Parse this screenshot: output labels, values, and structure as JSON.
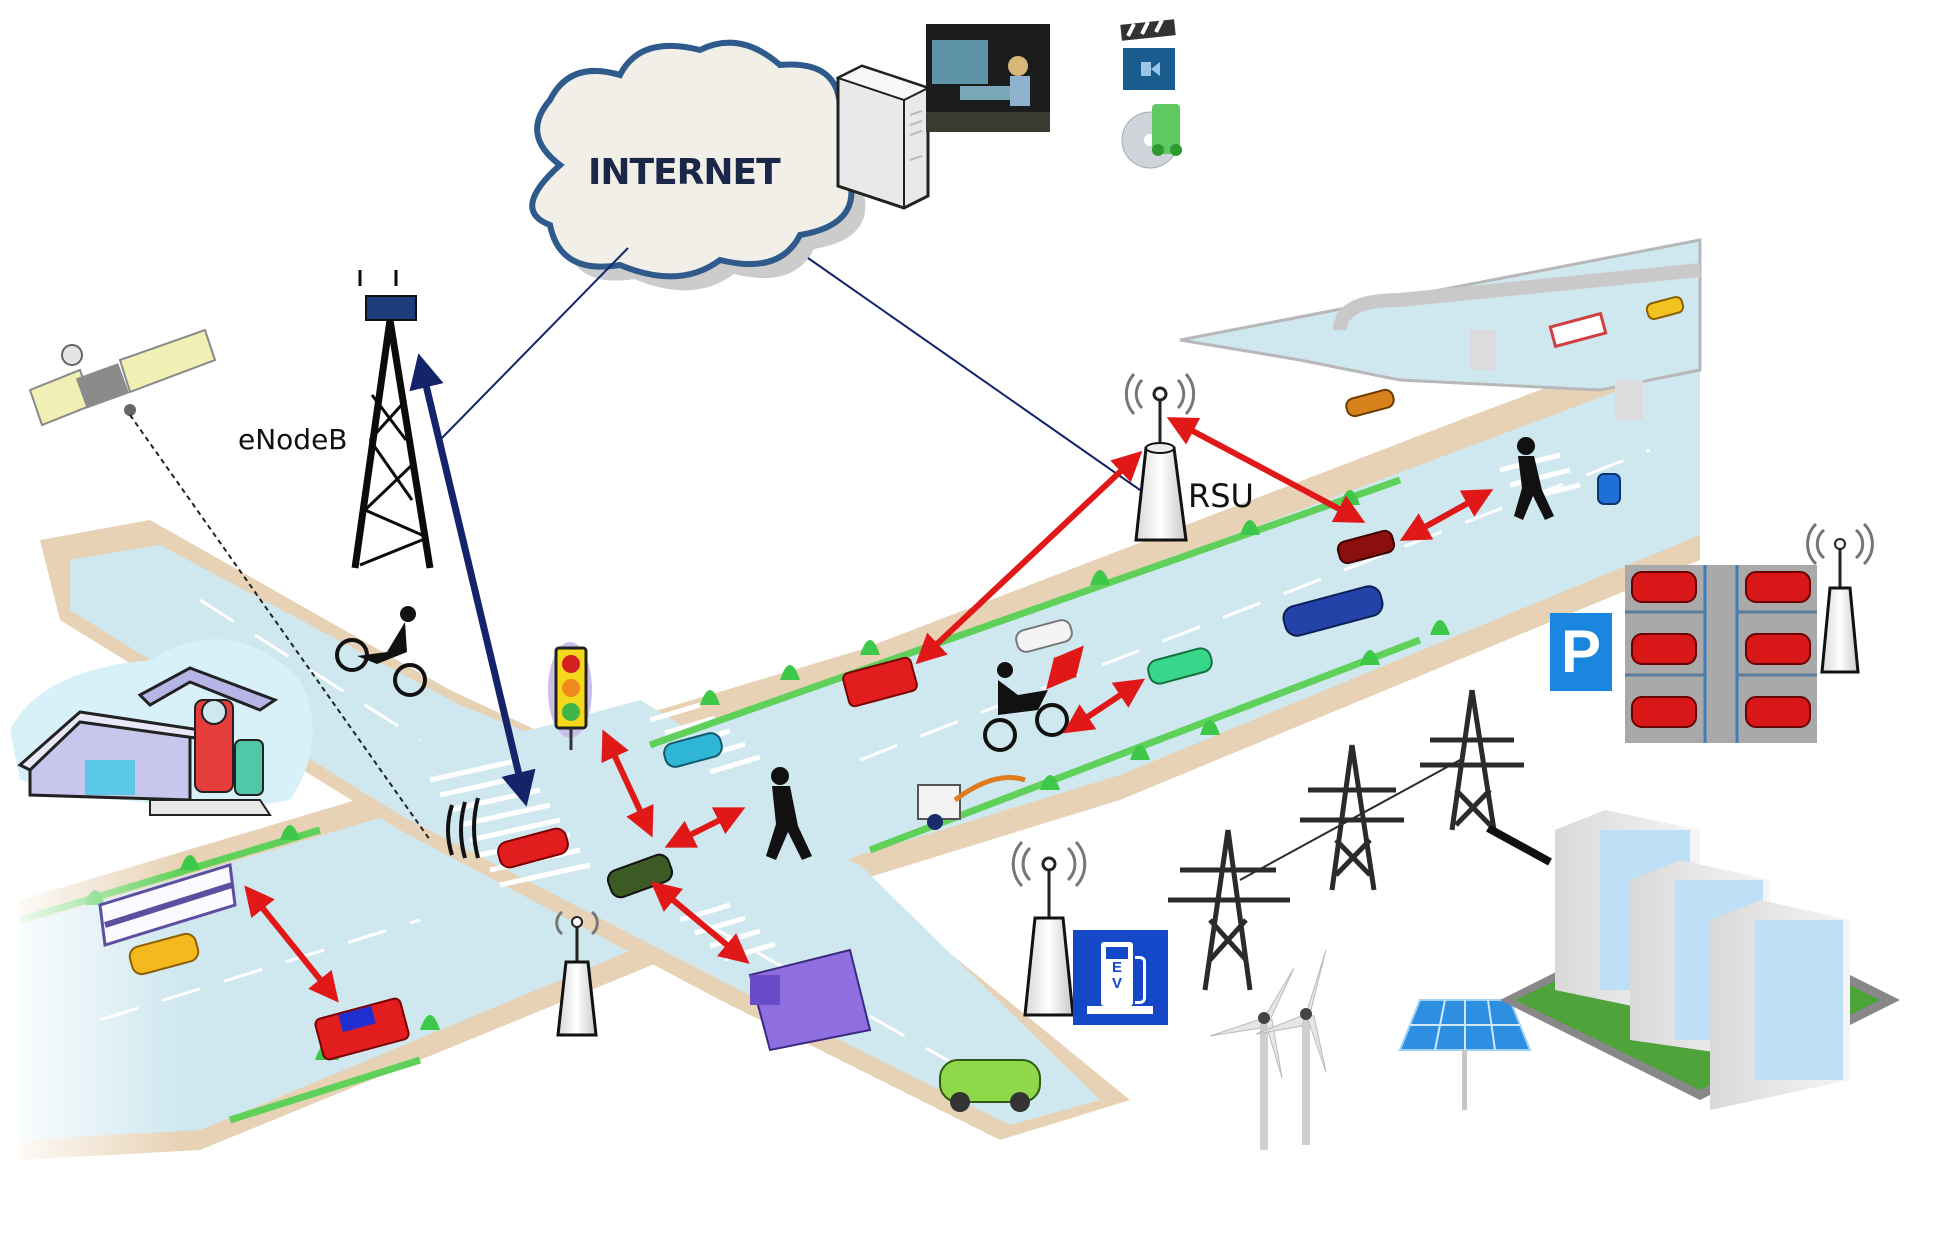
{
  "diagram": {
    "type": "connected vehicle / smart city network illustration",
    "labels": {
      "internet": "INTERNET",
      "enodeb": "eNodeB",
      "rsu": "RSU",
      "parking_sign": "P",
      "ev_sign": "EV"
    },
    "nodes": [
      {
        "id": "internet",
        "label": "INTERNET",
        "kind": "cloud"
      },
      {
        "id": "server",
        "label": "",
        "kind": "server tower"
      },
      {
        "id": "control-center",
        "label": "",
        "kind": "control room photo"
      },
      {
        "id": "video-service",
        "label": "",
        "kind": "video clapperboard icon"
      },
      {
        "id": "music-service",
        "label": "",
        "kind": "music CD icon"
      },
      {
        "id": "enodeb",
        "label": "eNodeB",
        "kind": "cellular tower"
      },
      {
        "id": "rsu-main",
        "label": "RSU",
        "kind": "roadside unit"
      },
      {
        "id": "rsu-intersection",
        "label": "",
        "kind": "roadside unit"
      },
      {
        "id": "rsu-ev",
        "label": "",
        "kind": "roadside unit"
      },
      {
        "id": "rsu-parking",
        "label": "",
        "kind": "roadside unit"
      },
      {
        "id": "satellite",
        "label": "",
        "kind": "GPS satellite"
      },
      {
        "id": "gas-station",
        "label": "",
        "kind": "fuel station"
      },
      {
        "id": "traffic-light",
        "label": "",
        "kind": "traffic signal"
      },
      {
        "id": "parking-lot",
        "label": "P",
        "kind": "smart parking"
      },
      {
        "id": "ev-charger",
        "label": "EV",
        "kind": "EV charging station"
      },
      {
        "id": "power-grid",
        "label": "",
        "kind": "transmission towers"
      },
      {
        "id": "wind-turbines",
        "label": "",
        "kind": "wind energy"
      },
      {
        "id": "solar-panel",
        "label": "",
        "kind": "solar energy"
      },
      {
        "id": "buildings",
        "label": "",
        "kind": "office buildings"
      }
    ],
    "links": [
      {
        "from": "internet",
        "to": "enodeb",
        "style": "thin line"
      },
      {
        "from": "internet",
        "to": "rsu-main",
        "style": "thin line"
      },
      {
        "from": "internet",
        "to": "server",
        "style": "adjacent"
      },
      {
        "from": "satellite",
        "to": "intersection",
        "style": "dashed line"
      },
      {
        "from": "enodeb",
        "to": "car-intersection",
        "style": "blue double arrow (V2I cellular)"
      },
      {
        "from": "rsu-main",
        "to": "car-red-road",
        "style": "red double arrow (V2I)"
      },
      {
        "from": "rsu-main",
        "to": "car-dark-red",
        "style": "red double arrow (V2I)"
      },
      {
        "from": "car-dark-red",
        "to": "pedestrian-far",
        "style": "red double arrow (V2P)"
      },
      {
        "from": "traffic-light",
        "to": "car-green",
        "style": "red double arrow (V2I)"
      },
      {
        "from": "car-green",
        "to": "pedestrian",
        "style": "red double arrow (V2P)"
      },
      {
        "from": "car-green",
        "to": "truck-purple",
        "style": "red double arrow (V2V)"
      },
      {
        "from": "bus",
        "to": "car-red-bottom",
        "style": "red double arrow (V2V)"
      },
      {
        "from": "motorcycle",
        "to": "car-white",
        "style": "red double arrow (V2V)"
      },
      {
        "from": "motorcycle",
        "to": "car-teal",
        "style": "red double arrow (V2V)"
      },
      {
        "from": "power-tower-3",
        "to": "buildings",
        "style": "thick black line"
      }
    ],
    "vehicles": [
      "bus",
      "taxi",
      "red car",
      "green car",
      "purple truck",
      "green EV",
      "cyclist",
      "motorcycle",
      "police car",
      "teal car",
      "white car",
      "blue car",
      "orange car",
      "tanker truck"
    ],
    "colors": {
      "road": "#cfe8ef",
      "sidewalk": "#e8d2b5",
      "grass_strip": "#5fd15a",
      "v2x_arrow": "#e01818",
      "cellular_arrow": "#14246a",
      "cloud_outline": "#2f5a8c",
      "cloud_fill": "#f1efe7",
      "parking_blue": "#1a86e0",
      "ev_blue": "#1448c8"
    }
  }
}
